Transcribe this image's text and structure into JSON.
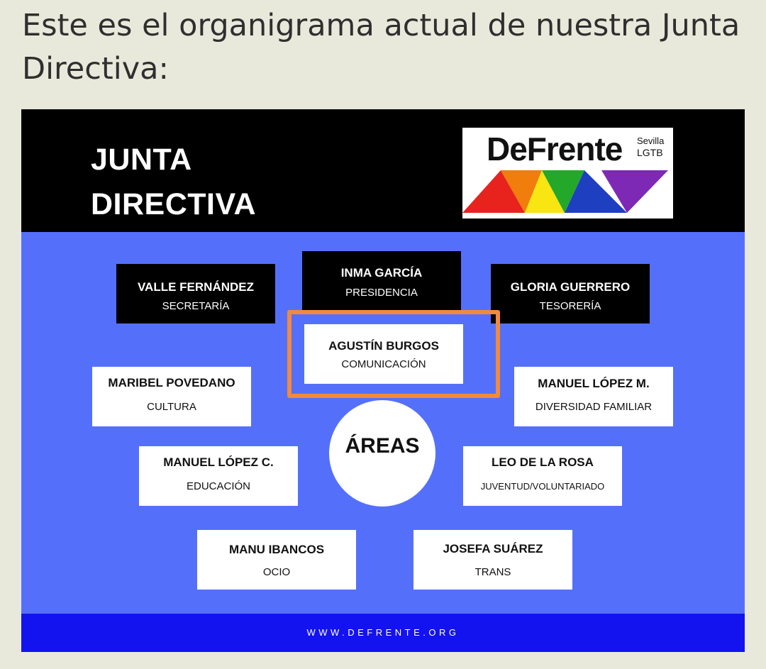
{
  "intro_text": "Este es el organigrama actual de nuestra Junta Directiva:",
  "poster": {
    "heading_line1": "JUNTA",
    "heading_line2": "DIRECTIVA",
    "logo": {
      "name": "DeFrente",
      "city": "Sevilla",
      "tag": "LGTB",
      "triangle_colors": [
        "#e8231e",
        "#f07d0c",
        "#f8e511",
        "#24a82a",
        "#1f3fc1",
        "#7d29b5"
      ]
    },
    "leadership": [
      {
        "name": "INMA GARCÍA",
        "role": "PRESIDENCIA"
      },
      {
        "name": "VALLE FERNÁNDEZ",
        "role": "SECRETARÍA"
      },
      {
        "name": "GLORIA GUERRERO",
        "role": "TESORERÍA"
      }
    ],
    "center_label": "ÁREAS",
    "areas": [
      {
        "name": "AGUSTÍN BURGOS",
        "role": "COMUNICACIÓN"
      },
      {
        "name": "MARIBEL POVEDANO",
        "role": "CULTURA"
      },
      {
        "name": "MANUEL LÓPEZ M.",
        "role": "DIVERSIDAD FAMILIAR"
      },
      {
        "name": "MANUEL LÓPEZ C.",
        "role": "EDUCACIÓN"
      },
      {
        "name": "LEO DE LA ROSA",
        "role": "JUVENTUD/VOLUNTARIADO"
      },
      {
        "name": "MANU IBANCOS",
        "role": "OCIO"
      },
      {
        "name": "JOSEFA SUÁREZ",
        "role": "TRANS"
      }
    ],
    "footer_url": "WWW.DEFRENTE.ORG",
    "colors": {
      "poster_bg": "#5470fb",
      "footer_bg": "#1313f0",
      "highlight": "#f08a3e",
      "page_bg": "#e9e9db"
    }
  }
}
